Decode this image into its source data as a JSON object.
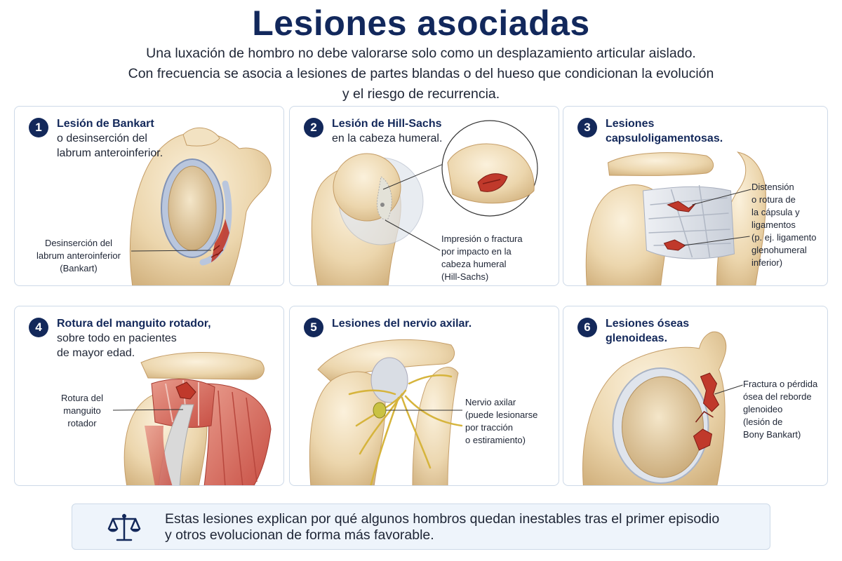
{
  "title": "Lesiones asociadas",
  "intro": [
    "Una luxación de hombro no debe valorarse solo como un desplazamiento articular aislado.",
    "Con frecuencia se asocia a lesiones de partes blandas o del hueso que condicionan la evolución",
    "y el riesgo de recurrencia."
  ],
  "cards": [
    {
      "number": "1",
      "bold": [
        "Lesión de Bankart"
      ],
      "regular": [
        "o desinserción del",
        "labrum anteroinferior."
      ],
      "label": [
        "Desinserción del",
        "labrum anteroinferior",
        "(Bankart)"
      ]
    },
    {
      "number": "2",
      "bold": [
        "Lesión de Hill-Sachs"
      ],
      "regular": [
        "en la cabeza humeral."
      ],
      "label": [
        "Impresión o fractura",
        "por impacto en la",
        "cabeza humeral",
        "(Hill-Sachs)"
      ]
    },
    {
      "number": "3",
      "bold": [
        "Lesiones",
        "capsuloligamentosas."
      ],
      "regular": [],
      "label": [
        "Distensión",
        "o rotura de",
        "la cápsula y",
        "ligamentos",
        "(p. ej. ligamento",
        "glenohumeral",
        "inferior)"
      ]
    },
    {
      "number": "4",
      "bold": [
        "Rotura del manguito rotador,"
      ],
      "regular": [
        "sobre todo en pacientes",
        "de mayor edad."
      ],
      "label": [
        "Rotura del",
        "manguito",
        "rotador"
      ]
    },
    {
      "number": "5",
      "bold": [
        "Lesiones del nervio axilar."
      ],
      "regular": [],
      "label": [
        "Nervio axilar",
        "(puede lesionarse",
        "por tracción",
        "o estiramiento)"
      ]
    },
    {
      "number": "6",
      "bold": [
        "Lesiones óseas",
        "glenoideas."
      ],
      "regular": [],
      "label": [
        "Fractura o pérdida",
        "ósea del reborde",
        "glenoideo",
        "(lesión de",
        "Bony Bankart)"
      ]
    }
  ],
  "footer": [
    "Estas lesiones explican por qué algunos hombros quedan inestables tras el primer episodio",
    "y otros evolucionan de forma más favorable."
  ],
  "colors": {
    "navy": "#13285a",
    "bone": "#ecd9b4",
    "lesion": "#c0392b",
    "border": "#cdd9e8",
    "footer_bg": "#eef4fb"
  }
}
